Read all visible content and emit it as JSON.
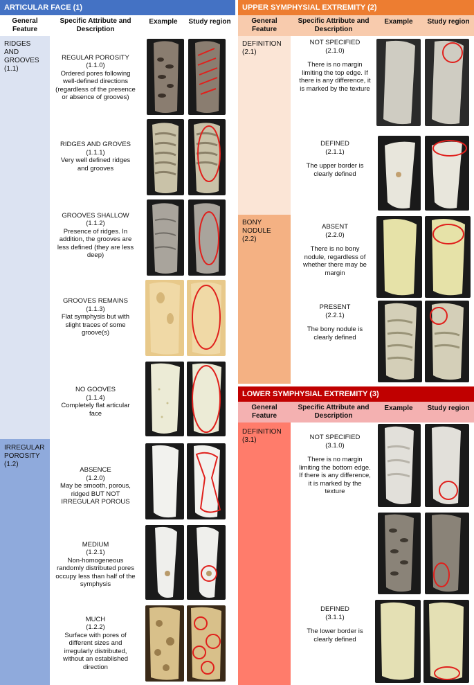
{
  "colors": {
    "articular_header": "#4472C4",
    "ridges_band": "#DCE3F2",
    "irregular_band": "#8FAADC",
    "upper_header": "#ED7D31",
    "upper_colhdr": "#F8CBAD",
    "upper_def_band": "#FBE5D6",
    "upper_nod_band": "#F4B183",
    "lower_header": "#C00000",
    "lower_colhdr": "#F4B1B1",
    "lower_band": "#FF7C6B",
    "mark": "#E0201C"
  },
  "columns": {
    "general": "General Feature",
    "specific": "Specific Attribute and Description",
    "example": "Example",
    "study": "Study region"
  },
  "articular": {
    "title": "ARTICULAR FACE (1)",
    "ridges_feature": "RIDGES AND GROOVES (1.1)",
    "irregular_feature": "IRREGULAR POROSITY (1.2)",
    "rows": [
      {
        "name": "REGULAR POROSITY",
        "code": "(1.1.0)",
        "desc": "Ordered pores following well-defined directions (regardless of the presence or absence of grooves)"
      },
      {
        "name": "RIDGES AND GROVES",
        "code": "(1.1.1)",
        "desc": "Very well defined ridges and grooves"
      },
      {
        "name": "GROOVES SHALLOW",
        "code": "(1.1.2)",
        "desc": "Presence of ridges. In addition, the grooves are less defined (they are less deep)"
      },
      {
        "name": "GROOVES REMAINS",
        "code": "(1.1.3)",
        "desc": "Flat symphysis but with slight traces of some groove(s)"
      },
      {
        "name": "NO GOOVES",
        "code": "(1.1.4)",
        "desc": "Completely flat articular face"
      },
      {
        "name": "ABSENCE",
        "code": "(1.2.0)",
        "desc": "May be smooth, porous, ridged BUT NOT IRREGULAR POROUS"
      },
      {
        "name": "MEDIUM",
        "code": "(1.2.1)",
        "desc": "Non-homogeneous randomly distributed pores occupy less than half of the symphysis"
      },
      {
        "name": "MUCH",
        "code": "(1.2.2)",
        "desc": "Surface with pores of different sizes and irregularly distributed, without an established direction"
      }
    ]
  },
  "upper": {
    "title": "UPPER SYMPHYSIAL EXTREMITY (2)",
    "definition_feature": "DEFINITION (2.1)",
    "nodule_feature": "BONY NODULE (2.2)",
    "rows": [
      {
        "name": "NOT SPECIFIED",
        "code": "(2.1.0)",
        "desc": "There is no margin limiting the top edge. If there is any difference, it is marked by the texture"
      },
      {
        "name": "DEFINED",
        "code": "(2.1.1)",
        "desc": "The upper border is clearly defined"
      },
      {
        "name": "ABSENT",
        "code": "(2.2.0)",
        "desc": "There is no bony nodule, regardless of whether there may be margin"
      },
      {
        "name": "PRESENT",
        "code": "(2.2.1)",
        "desc": "The bony nodule is clearly defined"
      }
    ]
  },
  "lower": {
    "title": "LOWER SYMPHYSIAL EXTREMITY (3)",
    "definition_feature": "DEFINITION (3.1)",
    "rows": [
      {
        "name": "NOT SPECIFIED",
        "code": "(3.1.0)",
        "desc": "There is no margin limiting the bottom edge. If there is any difference, it is marked by the texture"
      },
      {
        "name": "DEFINED",
        "code": "(3.1.1)",
        "desc": "The lower border is clearly defined"
      }
    ]
  }
}
